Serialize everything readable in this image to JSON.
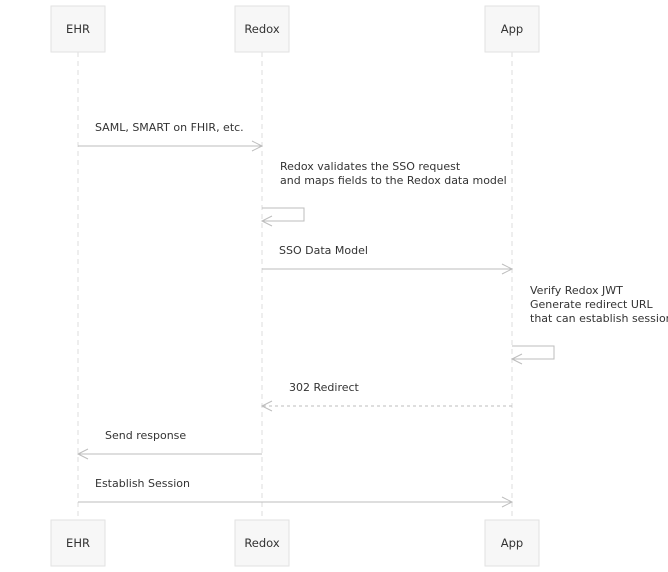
{
  "participants": [
    {
      "id": "ehr",
      "label": "EHR"
    },
    {
      "id": "redox",
      "label": "Redox"
    },
    {
      "id": "app",
      "label": "App"
    }
  ],
  "messages": [
    {
      "from": "ehr",
      "to": "redox",
      "lines": [
        "SAML, SMART on FHIR, etc."
      ],
      "style": "solid"
    },
    {
      "from": "redox",
      "to": "redox",
      "lines": [
        "Redox validates the SSO request",
        "and maps fields to the Redox data model"
      ],
      "style": "solid"
    },
    {
      "from": "redox",
      "to": "app",
      "lines": [
        "SSO Data Model"
      ],
      "style": "solid"
    },
    {
      "from": "app",
      "to": "app",
      "lines": [
        "Verify Redox JWT",
        "Generate redirect URL",
        "that can establish session"
      ],
      "style": "solid"
    },
    {
      "from": "app",
      "to": "redox",
      "lines": [
        "302 Redirect"
      ],
      "style": "dashed"
    },
    {
      "from": "redox",
      "to": "ehr",
      "lines": [
        "Send response"
      ],
      "style": "solid"
    },
    {
      "from": "ehr",
      "to": "app",
      "lines": [
        "Establish Session"
      ],
      "style": "solid"
    }
  ]
}
